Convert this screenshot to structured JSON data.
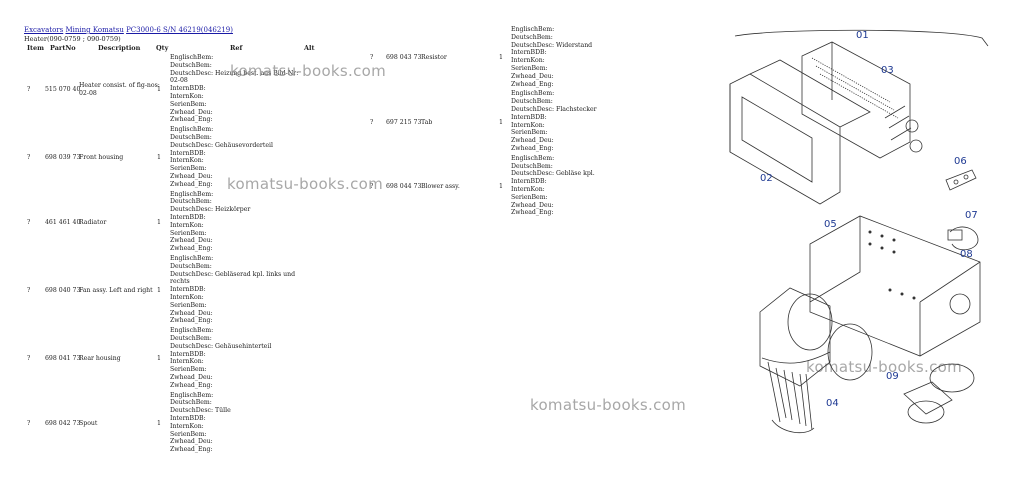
{
  "breadcrumb": [
    "Excavators",
    "Mining Komatsu",
    "PC3000-6 S/N 46219(046219)"
  ],
  "subtitle": "Heater(090-0759 ; 090-0759)",
  "headers": {
    "item": "Item",
    "partno": "PartNo",
    "description": "Description",
    "qty": "Qty",
    "ref": "Ref",
    "alt": "Alt"
  },
  "rows": [
    {
      "item": "?",
      "partno": "515 070 40",
      "desc": "Heater consist. of fig-nos:\n02-08",
      "qty": "1",
      "notes": [
        "EnglischBem:",
        "DeutschBem:",
        "DeutschDesc: Heizung best. aus Bild-Nr:",
        "02-08",
        "InternBDB:",
        "InternKon:",
        "SerienBem:",
        "Zwhead_Deu:",
        "Zwhead_Eng:"
      ]
    },
    {
      "item": "?",
      "partno": "698 039 73",
      "desc": "Front housing",
      "qty": "1",
      "notes": [
        "EnglischBem:",
        "DeutschBem:",
        "DeutschDesc: Gehäusevorderteil",
        "InternBDB:",
        "InternKon:",
        "SerienBem:",
        "Zwhead_Deu:",
        "Zwhead_Eng:"
      ]
    },
    {
      "item": "?",
      "partno": "461 461 40",
      "desc": "Radiator",
      "qty": "1",
      "notes": [
        "EnglischBem:",
        "DeutschBem:",
        "DeutschDesc: Heizkörper",
        "InternBDB:",
        "InternKon:",
        "SerienBem:",
        "Zwhead_Deu:",
        "Zwhead_Eng:"
      ]
    },
    {
      "item": "?",
      "partno": "698 040 73",
      "desc": "Fan assy. Left and right",
      "qty": "1",
      "notes": [
        "EnglischBem:",
        "DeutschBem:",
        "DeutschDesc: Gebläserad kpl. links und",
        "rechts",
        "InternBDB:",
        "InternKon:",
        "SerienBem:",
        "Zwhead_Deu:",
        "Zwhead_Eng:"
      ]
    },
    {
      "item": "?",
      "partno": "698 041 73",
      "desc": "Rear housing",
      "qty": "1",
      "notes": [
        "EnglischBem:",
        "DeutschBem:",
        "DeutschDesc: Gehäusehinterteil",
        "InternBDB:",
        "InternKon:",
        "SerienBem:",
        "Zwhead_Deu:",
        "Zwhead_Eng:"
      ]
    },
    {
      "item": "?",
      "partno": "698 042 73",
      "desc": "Spout",
      "qty": "1",
      "notes": [
        "EnglischBem:",
        "DeutschBem:",
        "DeutschDesc: Tülle",
        "InternBDB:",
        "InternKon:",
        "SerienBem:",
        "Zwhead_Deu:",
        "Zwhead_Eng:"
      ]
    }
  ],
  "rows2": [
    {
      "item": "?",
      "partno": "698 043 73",
      "desc": "Resistor",
      "qty": "1",
      "notes": [
        "EnglischBem:",
        "DeutschBem:",
        "DeutschDesc: Widerstand",
        "InternBDB:",
        "InternKon:",
        "SerienBem:",
        "Zwhead_Deu:",
        "Zwhead_Eng:"
      ]
    },
    {
      "item": "?",
      "partno": "697 215 73",
      "desc": "Tab",
      "qty": "1",
      "notes": [
        "EnglischBem:",
        "DeutschBem:",
        "DeutschDesc: Flachstecker",
        "InternBDB:",
        "InternKon:",
        "SerienBem:",
        "Zwhead_Deu:",
        "Zwhead_Eng:"
      ]
    },
    {
      "item": "?",
      "partno": "698 044 73",
      "desc": "Blower assy.",
      "qty": "1",
      "notes": [
        "EnglischBem:",
        "DeutschBem:",
        "DeutschDesc: Gebläse kpl.",
        "InternBDB:",
        "InternKon:",
        "SerienBem:",
        "Zwhead_Deu:",
        "Zwhead_Eng:"
      ]
    }
  ],
  "watermark": "komatsu-books.com",
  "callouts": [
    "01",
    "02",
    "03",
    "04",
    "05",
    "06",
    "07",
    "08",
    "09"
  ],
  "colors": {
    "link": "#1a1aa6",
    "callout": "#1f3a93",
    "watermark": "#8a8a8a"
  }
}
